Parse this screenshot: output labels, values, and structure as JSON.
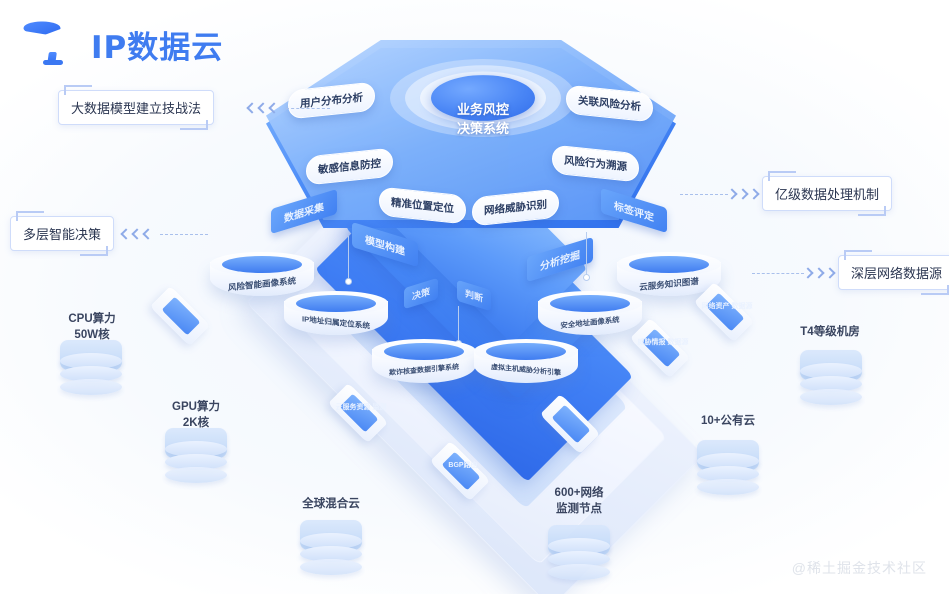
{
  "brand": {
    "name": "IP数据云",
    "logo_icon": "ip-cloud-logo-icon"
  },
  "callouts": {
    "left": [
      {
        "label": "大数据模型建立技战法"
      },
      {
        "label": "多层智能决策"
      }
    ],
    "right": [
      {
        "label": "亿级数据处理机制"
      },
      {
        "label": "深层网络数据源"
      }
    ]
  },
  "core": {
    "line1": "业务风控",
    "line2": "决策系统"
  },
  "top_pills": [
    {
      "label": "用户分布分析"
    },
    {
      "label": "敏感信息防控"
    },
    {
      "label": "关联风险分析"
    },
    {
      "label": "风险行为溯源"
    }
  ],
  "mid_pills": [
    {
      "label": "精准位置定位"
    },
    {
      "label": "网络威胁识别"
    }
  ],
  "bands": [
    {
      "label": "数据采集"
    },
    {
      "label": "模型构建"
    },
    {
      "label": "标签评定"
    },
    {
      "label": "分析挖掘"
    }
  ],
  "core_bands": [
    {
      "label": "决策"
    },
    {
      "label": "判断"
    }
  ],
  "cylinders": [
    {
      "label": "风险智能画像系统"
    },
    {
      "label": "IP地址归属定位系统"
    },
    {
      "label": "云服务知识图谱"
    },
    {
      "label": "安全地址画像系统"
    },
    {
      "label": "欺诈核查数据引擎系统"
    },
    {
      "label": "虚拟主机威胁分析引擎"
    }
  ],
  "chips": [
    {
      "label": "云服务资源\n监测"
    },
    {
      "label": "BGP路由"
    },
    {
      "label": "威胁情报\n数据源"
    },
    {
      "label": "网络资产\n数据源"
    }
  ],
  "outer_labels": [
    {
      "label_line1": "CPU算力",
      "label_line2": "50W核"
    },
    {
      "label_line1": "GPU算力",
      "label_line2": "2K核"
    },
    {
      "label_line1": "全球混合云",
      "label_line2": ""
    },
    {
      "label_line1": "600+网络",
      "label_line2": "监测节点"
    },
    {
      "label_line1": "10+公有云",
      "label_line2": ""
    },
    {
      "label_line1": "T4等级机房",
      "label_line2": ""
    }
  ],
  "watermark": "@稀土掘金技术社区",
  "colors": {
    "brand_blue": "#3f7cf0",
    "deep_blue": "#2f6bea",
    "light_blue": "#8dc0ff",
    "text_dark": "#2a3550"
  }
}
